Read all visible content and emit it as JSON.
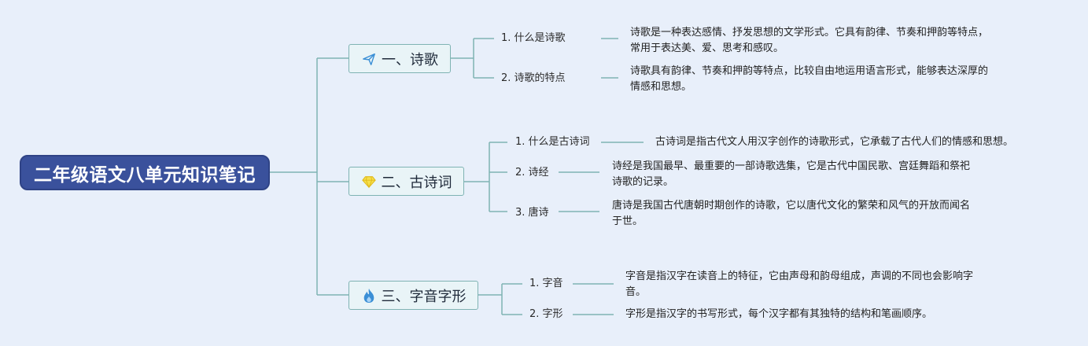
{
  "root": {
    "title": "二年级语文八单元知识笔记"
  },
  "sections": [
    {
      "title": "一、诗歌",
      "icon": "paper-plane-icon",
      "items": [
        {
          "label": "1. 什么是诗歌",
          "description_lines": [
            "诗歌是一种表达感情、抒发思想的文学形式。它具有韵律、节奏和押韵等特点，",
            "常用于表达美、爱、思考和感叹。"
          ]
        },
        {
          "label": "2. 诗歌的特点",
          "description_lines": [
            "诗歌具有韵律、节奏和押韵等特点，比较自由地运用语言形式，能够表达深厚的",
            "情感和思想。"
          ]
        }
      ]
    },
    {
      "title": "二、古诗词",
      "icon": "diamond-icon",
      "items": [
        {
          "label": "1. 什么是古诗词",
          "description_lines": [
            "古诗词是指古代文人用汉字创作的诗歌形式，它承载了古代人们的情感和思想。"
          ]
        },
        {
          "label": "2. 诗经",
          "description_lines": [
            "诗经是我国最早、最重要的一部诗歌选集，它是古代中国民歌、宫廷舞蹈和祭祀",
            "诗歌的记录。"
          ]
        },
        {
          "label": "3. 唐诗",
          "description_lines": [
            "唐诗是我国古代唐朝时期创作的诗歌，它以唐代文化的繁荣和风气的开放而闻名",
            "于世。"
          ]
        }
      ]
    },
    {
      "title": "三、字音字形",
      "icon": "fire-icon",
      "items": [
        {
          "label": "1. 字音",
          "description_lines": [
            "字音是指汉字在读音上的特征，它由声母和韵母组成，声调的不同也会影响字",
            "音。"
          ]
        },
        {
          "label": "2. 字形",
          "description_lines": [
            "字形是指汉字的书写形式，每个汉字都有其独特的结构和笔画顺序。"
          ]
        }
      ]
    }
  ],
  "colors": {
    "background": "#e8effa",
    "root_fill": "#3a519c",
    "section_fill": "#e9f4f7",
    "section_border": "#7fb3b3",
    "connector": "#7fb3b3"
  }
}
